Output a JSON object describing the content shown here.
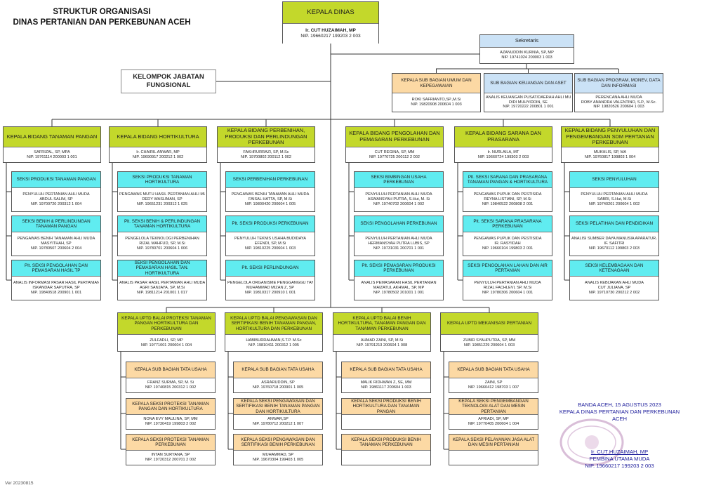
{
  "title": {
    "line1": "STRUKTUR ORGANISASI",
    "line2": "DINAS PERTANIAN DAN PERKEBUNAN ACEH"
  },
  "kepala_dinas": {
    "title": "KEPALA DINAS",
    "name": "Ir. CUT HUZAIMAH, MP",
    "nip": "NIP. 19660217 199203 2 003"
  },
  "kelompok_jabatan": {
    "line1": "KELOMPOK JABATAN",
    "line2": "FUNGSIONAL"
  },
  "sekretaris": {
    "title": "Sekretaris",
    "name": "AZANUDDIN KURNIA, SP, MP",
    "nip": "NIP. 19741024 200003 1 003"
  },
  "subbag_sekretariat": [
    {
      "title": "KEPALA SUB BAGIAN UMUM DAN KEPEGAWAIAN",
      "sub": "",
      "name": "ROKI SAFRIANTO,SP.,M.Si",
      "nip": "NIP. 19820908 200604 1 003"
    },
    {
      "title": "SUB BAGIAN KEUANGAN DAN ASET",
      "sub": "ANALIS KEUANGAN PUSAT/DAERAH AHLI MUDA",
      "name": "DIDI MUHYIDDIN, SE",
      "nip": "NIP. 19720222 200801 1 001"
    },
    {
      "title": "SUB BAGIAN PROGRAM, MONEV, DATA DAN INFORMASI",
      "sub": "PERENCANA AHLI MUDA",
      "name": "ROBY ANANDRA VALENTINO, S.P., M.Sc.",
      "nip": "NIP. 19820526 200604 1 003"
    }
  ],
  "bidang": [
    {
      "title": "KEPALA BIDANG TANAMAN PANGAN",
      "name": "SAFRIZAL, SP, MPA",
      "nip": "NIP. 19761114 200003 1 001",
      "seksi": [
        {
          "title": "SEKSI PRODUKSI TANAMAN PANGAN",
          "sub": "PENYULUH PERTANIAN AHLI MUDA",
          "name": "ABDUL SALIM, SP",
          "nip": "NIP. 19700720 200312 1 004"
        },
        {
          "title": "SEKSI BENIH & PERLINDUNGAN TANAMAN PANGAN",
          "sub": "PENGAWAS BENIH TANAMAN AHLI MUDA",
          "name": "MASYITHAH, SP",
          "nip": "NIP. 19780507 200604 2 004"
        },
        {
          "title": "Plt. SEKSI PENGOLAHAN DAN PEMASARAN HASIL TP",
          "sub": "ANALIS INFORMASI PASAR HASIL PERTANIAN",
          "name": "ISKANDAR SAPUTRA, SP",
          "nip": "NIP. 19840518 200901 1 001"
        }
      ]
    },
    {
      "title": "KEPALA BIDANG HORTIKULTURA",
      "name": "Ir. CHAIRIL ANWAR, MP",
      "nip": "NIP. 19690917 200212 1 002",
      "seksi": [
        {
          "title": "SEKSI PRODUKSI TANAMAN HORTIKULTURA",
          "sub": "PENGAWAS MUTU HASIL PERTANIAN AHLI MUDA",
          "name": "DEDY WASLIMAN, SP",
          "nip": "NIP. 19651231 200312 1 025"
        },
        {
          "title": "Plt. SEKSI BENIH & PERLINDUNGAN TANAMAN HORTIKULTURA",
          "sub": "PENGELOLA TEKNOLOGI PERBENIHAN",
          "name": "RIZAL MAHFUD, SP, M.Si",
          "nip": "NIP. 19780701 200604 1 006"
        },
        {
          "title": "SEKSI PENGOLAHAN DAN PEMASARAN HASIL TAN. HORTIKULTURA",
          "sub": "ANALIS PASAR HASIL PERTANIAN AHLI MUDA",
          "name": "AGRI SANJAYA, SP, M.Si",
          "nip": "NIP. 19811214 201001 1 017"
        }
      ]
    },
    {
      "title": "KEPALA BIDANG PERBENIHAN, PRODUKSI DAN PERLINDUNGAN PERKEBUNAN",
      "name": "FAKHRURRAZI, SP, M.Sc",
      "nip": "NIP. 19700802 200112 1 002",
      "seksi": [
        {
          "title": "SEKSI PERBENIHAN PERKEBUNAN",
          "sub": "PENGAWAS BENIH TANAMAN AHLI MUDA",
          "name": "FAISAL HATTA, SP, M.Si",
          "nip": "NIP. 19800420 200604 1 005"
        },
        {
          "title": "Plt. SEKSI PRODUKSI PERKEBUNAN",
          "sub": "PENYULUH TEKNIS USAHA BUDIDAYA",
          "name": "EFENDI, SP, M.Si",
          "nip": "NIP. 19810225 200604 1 003"
        },
        {
          "title": "Plt. SEKSI PERLINDUNGAN",
          "sub": "PENGELOLA ORGANISME PENGGANGGU TANAMAN (OPT)",
          "name": "MUHAMMAD MIZAN Z, SP",
          "nip": "NIP. 19810317 200910 1 001"
        }
      ]
    },
    {
      "title": "KEPALA BIDANG PENGOLAHAN DAN PEMASARAN PERKEBUNAN",
      "name": "CUT REGINA, SP, MM",
      "nip": "NIP. 19770725 200112 2 002",
      "seksi": [
        {
          "title": "SEKSI BIMBINGAN USAHA PERKEBUNAN",
          "sub": "PENYULUH PERTANIAN AHLI MUDA",
          "name": "ASWANSYAH PUTRA, S.Hut, M. Si",
          "nip": "NIP. 19740702 200604 1 002"
        },
        {
          "title": "SEKSI PENGOLAHAN PERKEBUNAN",
          "sub": "PENYULUH PERTANIAN AHLI MUDA",
          "name": "HERMANSYAH PUTRA LUBIS, SP",
          "nip": "NIP. 19731031 200701 1 001"
        },
        {
          "title": "Plt. SEKSI PEMASARAN PRODUKSI PERKEBUNAN",
          "sub": "ANALIS PEMASARAN HASIL PERTANIAN",
          "name": "MAIZATUL AKHMAL, SP, MP",
          "nip": "NIP. 19780502 201001 1 001"
        }
      ]
    },
    {
      "title": "KEPALA BIDANG SARANA DAN PRASARANA",
      "name": "Ir. NURLAILA, MT",
      "nip": "NIP. 19660724 199303 2 003",
      "seksi": [
        {
          "title": "Plt. SEKSI SARANA DAN PRASARANA TANAMAN PANGAN & HORTIKULTURA",
          "sub": "PENGAWAS PUPUK DAN PESTISIDA",
          "name": "REYNA LISTIANI, SP, M.Si",
          "nip": "NIP. 19840522 200808 2 001"
        },
        {
          "title": "Plt. SEKSI SARANA PRASARANA PERKEBUNAN",
          "sub": "PENGAWAS PUPUK DAN PESTISIDA",
          "name": "IR. RASYIDAH",
          "nip": "NIP. 19660104 199803 2 001"
        },
        {
          "title": "SEKSI PENGOLAHAN LAHAN DAN AIR PERTANIAN",
          "sub": "PENYULUH PERTANIAN AHLI MUDA",
          "name": "RIZAL FACHLEVI, SP, M.Si",
          "nip": "NIP. 19780306 200604 1 001"
        }
      ]
    },
    {
      "title": "KEPALA BIDANG PENYULUHAN DAN PENGEMBANGAN SDM PERTANIAN PERKEBUNAN",
      "name": "MUKHLIS, SP, MA",
      "nip": "NIP. 19760817 199803 1 004",
      "seksi": [
        {
          "title": "SEKSI PENYULUHAN",
          "sub": "PENYULUH PERTANIAN AHLI MUDA",
          "name": "SABRI, S.Hut, M.Si",
          "nip": "NIP. 19740201 200604 1 002"
        },
        {
          "title": "SEKSI PELATIHAN DAN PENDIDIKAN",
          "sub": "ANALISI SUMBER DAYA MANUSIA APARATUR AHLI MUDA",
          "name": "IF. SAFITRI",
          "nip": "NIP. 19670112 199803 2 003"
        },
        {
          "title": "SEKSI KELEMBAGAAN DAN KETENAGAAN",
          "sub": "ANALIS KEBIJAKAN AHLI MUDA",
          "name": "CUT JULIANA, SP",
          "nip": "NIP. 19710730 200212 2 002"
        }
      ]
    }
  ],
  "uptd": [
    {
      "title": "KEPALA UPTD BALAI PROTEKSI TANAMAN PANGAN HORTIKULTURA DAN PERKEBUNAN",
      "name": "ZULFADLI, SP, MP",
      "nip": "NIP. 19771001 200604 1 004",
      "units": [
        {
          "title": "KEPALA SUB BAGIAN TATA USAHA",
          "name": "FRANZ SURMA, SP, M. Si",
          "nip": "NIP. 19740815 200312 1 002"
        },
        {
          "title": "KEPALA SEKSI PROTEKSI TANAMAN PANGAN DAN HORTIKULTURA",
          "name": "NONA EVY MAULINA, SP, MM",
          "nip": "NIP. 19730419 199803 2 002"
        },
        {
          "title": "KEPALA SEKSI PROTEKSI TANAMAN PERKEBUNAN",
          "name": "INTAN SURYANA, SP",
          "nip": "NIP. 19720312 200701 2 002"
        }
      ]
    },
    {
      "title": "KEPALA UPTD BALAI PENGAWASAN DAN SERTIFIKASI BENIH TANAMAN PANGAN, HORTIKULTURA DAN PERKEBUNAN",
      "name": "HABIBURRAHMAN,S.T.P. M.Sc",
      "nip": "NIP. 19810411 200312 1 005",
      "units": [
        {
          "title": "KEPALA SUB BAGIAN TATA USAHA",
          "name": "ASRARUDDIN, SP",
          "nip": "NIP. 19760718 200901 1 005"
        },
        {
          "title": "KEPALA SEKSI PENGAWASAN DAN SERTIFIKASI BENIH TANAMAN PANGAN DAN HORTIKULTURA",
          "name": "ANWAR,SP",
          "nip": "NIP. 19780712 200212 1 007"
        },
        {
          "title": "KEPALA SEKSI PENGAWASAN DAN SERTIFIKASI BENIH PERKEBUNAN",
          "name": "MUHAMMAD, SP",
          "nip": "NIP. 19670304 199403 1 005"
        }
      ]
    },
    {
      "title": "KEPALA UPTD BALAI BENIH HORTIKULTURA, TANAMAN PANGAN DAN TANAMAN PERKEBUNAN",
      "name": "AHMAD ZAINI, SP, M.Si",
      "nip": "NIP. 19791213 200604 1 008",
      "units": [
        {
          "title": "KEPALA SUB BAGIAN TATA USAHA",
          "name": "MALIK RIDHWAN Z, SE, MM",
          "nip": "NIP. 19861117 200604 1 003"
        },
        {
          "title": "KEPALA SEKSI PRODUKSI BENIH HORTIKULTURA DAN TANAMAN PANGAN",
          "name": "",
          "nip": ""
        },
        {
          "title": "KEPALA SEKSI PRODUKSI BENIH TANAMAN PERKEBUNAN",
          "name": "",
          "nip": ""
        }
      ]
    },
    {
      "title": "KEPALA UPTD MEKANISASI PERTANIAN",
      "name": "ZUBIR SYAHPUTRA, SP, MM",
      "nip": "NIP. 19851229 200604 1 003",
      "units": [
        {
          "title": "KEPALA SUB BAGIAN TATA USAHA",
          "name": "ZAINI, SP",
          "nip": "NIP. 19660412 198703 1 007"
        },
        {
          "title": "KEPALA SEKSI PENGEMBANGAN TEKNOLOGI ALAT DAN MESIN PERTANIAN",
          "name": "AFRIADI, SP, MP",
          "nip": "NIP. 19770405 200604 1 004"
        },
        {
          "title": "KEPALA SEKSI PELAYANAN JASA ALAT DAN MESIN PERTANIAN",
          "name": "",
          "nip": ""
        }
      ]
    }
  ],
  "signature": {
    "date": "BANDA ACEH,  15 AGUSTUS 2023",
    "position": "KEPALA DINAS PERTANIAN DAN PERKEBUNAN ACEH",
    "name": "Ir. CUT HUZAIMAH, MP",
    "rank": "PEMBINA UTAMA MUDA",
    "nip": "NIP. 19660217 199203 2 003"
  },
  "version": "Ver 20230815"
}
